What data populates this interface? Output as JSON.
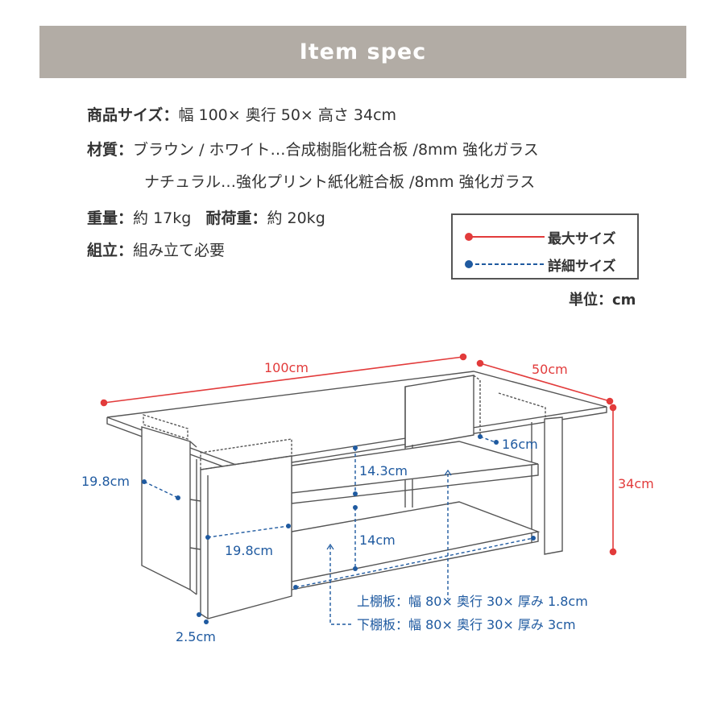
{
  "header": {
    "title": "Item spec"
  },
  "specs": {
    "size": {
      "label": "商品サイズ",
      "sep": "：",
      "value": "幅 100× 奥行 50× 高さ 34cm"
    },
    "material": {
      "label": "材質",
      "sep": "：",
      "line1": "ブラウン / ホワイト…合成樹脂化粧合板 /8mm 強化ガラス",
      "line2": "ナチュラル…強化プリント紙化粧合板 /8mm 強化ガラス"
    },
    "weight": {
      "label": "重量",
      "sep": "：",
      "value": "約 17kg",
      "load_label": "耐荷重",
      "load_value": "約 20kg"
    },
    "assembly": {
      "label": "組立",
      "sep": "：",
      "value": "組み立て必要"
    }
  },
  "legend": {
    "max_label": "最大サイズ",
    "detail_label": "詳細サイズ",
    "colors": {
      "max": "#e23b3b",
      "detail": "#1f5aa0"
    }
  },
  "unit": "単位：cm",
  "dimensions": {
    "width": "100cm",
    "depth": "50cm",
    "height": "34cm",
    "rear_post": "16cm",
    "upper_gap": "14.3cm",
    "lower_gap": "14cm",
    "left_panel": "19.8cm",
    "front_panel": "19.8cm",
    "thickness": "2.5cm",
    "upper_shelf_note": "上棚板：幅 80× 奥行 30× 厚み 1.8cm",
    "lower_shelf_note": "下棚板：幅 80× 奥行 30× 厚み 3cm"
  }
}
